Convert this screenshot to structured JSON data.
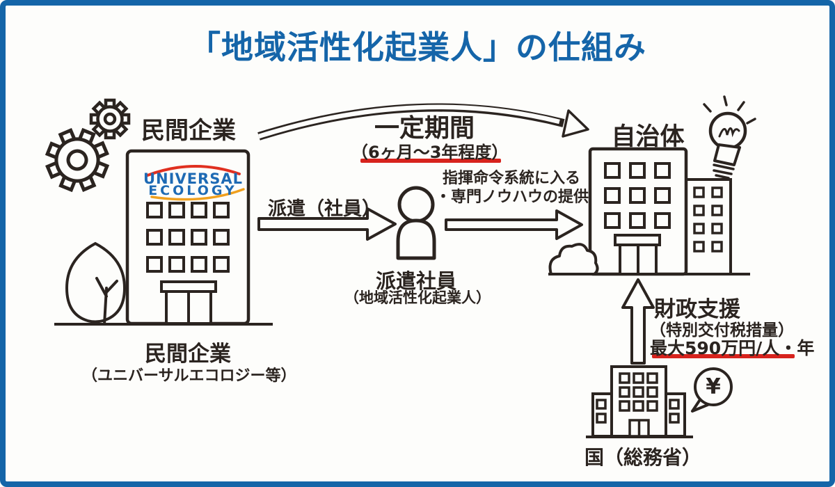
{
  "colors": {
    "frame_blue": "#1465a8",
    "title_blue": "#1565a9",
    "underline_red": "#d7231d",
    "ink": "#2b2420",
    "logo_blue": "#1e6ab4",
    "logo_orange": "#f0a01e",
    "logo_red": "#e03020"
  },
  "title": "「地域活性化起業人」の仕組み",
  "company": {
    "top_label": "民間企業",
    "logo_line1": "UNIVERSAL",
    "logo_line2": "ECOLOGY",
    "bottom_label": "民間企業",
    "bottom_sublabel": "（ユニバーサルエコロジー等）"
  },
  "period_arrow": {
    "label": "一定期間",
    "sublabel": "（6ヶ月〜3年程度）"
  },
  "dispatch_arrow": {
    "label": "派遣（社員）"
  },
  "employee": {
    "label": "派遣社員",
    "sublabel": "（地域活性化起業人）"
  },
  "command": {
    "line1": "指揮命令系統に入る",
    "line2": "・専門ノウハウの提供"
  },
  "municipality": {
    "label": "自治体"
  },
  "support": {
    "title": "財政支援",
    "subtitle": "（特別交付税措量）",
    "amount": "最大590万円/人・年"
  },
  "government": {
    "label": "国（総務省）",
    "yen_symbol": "¥"
  }
}
